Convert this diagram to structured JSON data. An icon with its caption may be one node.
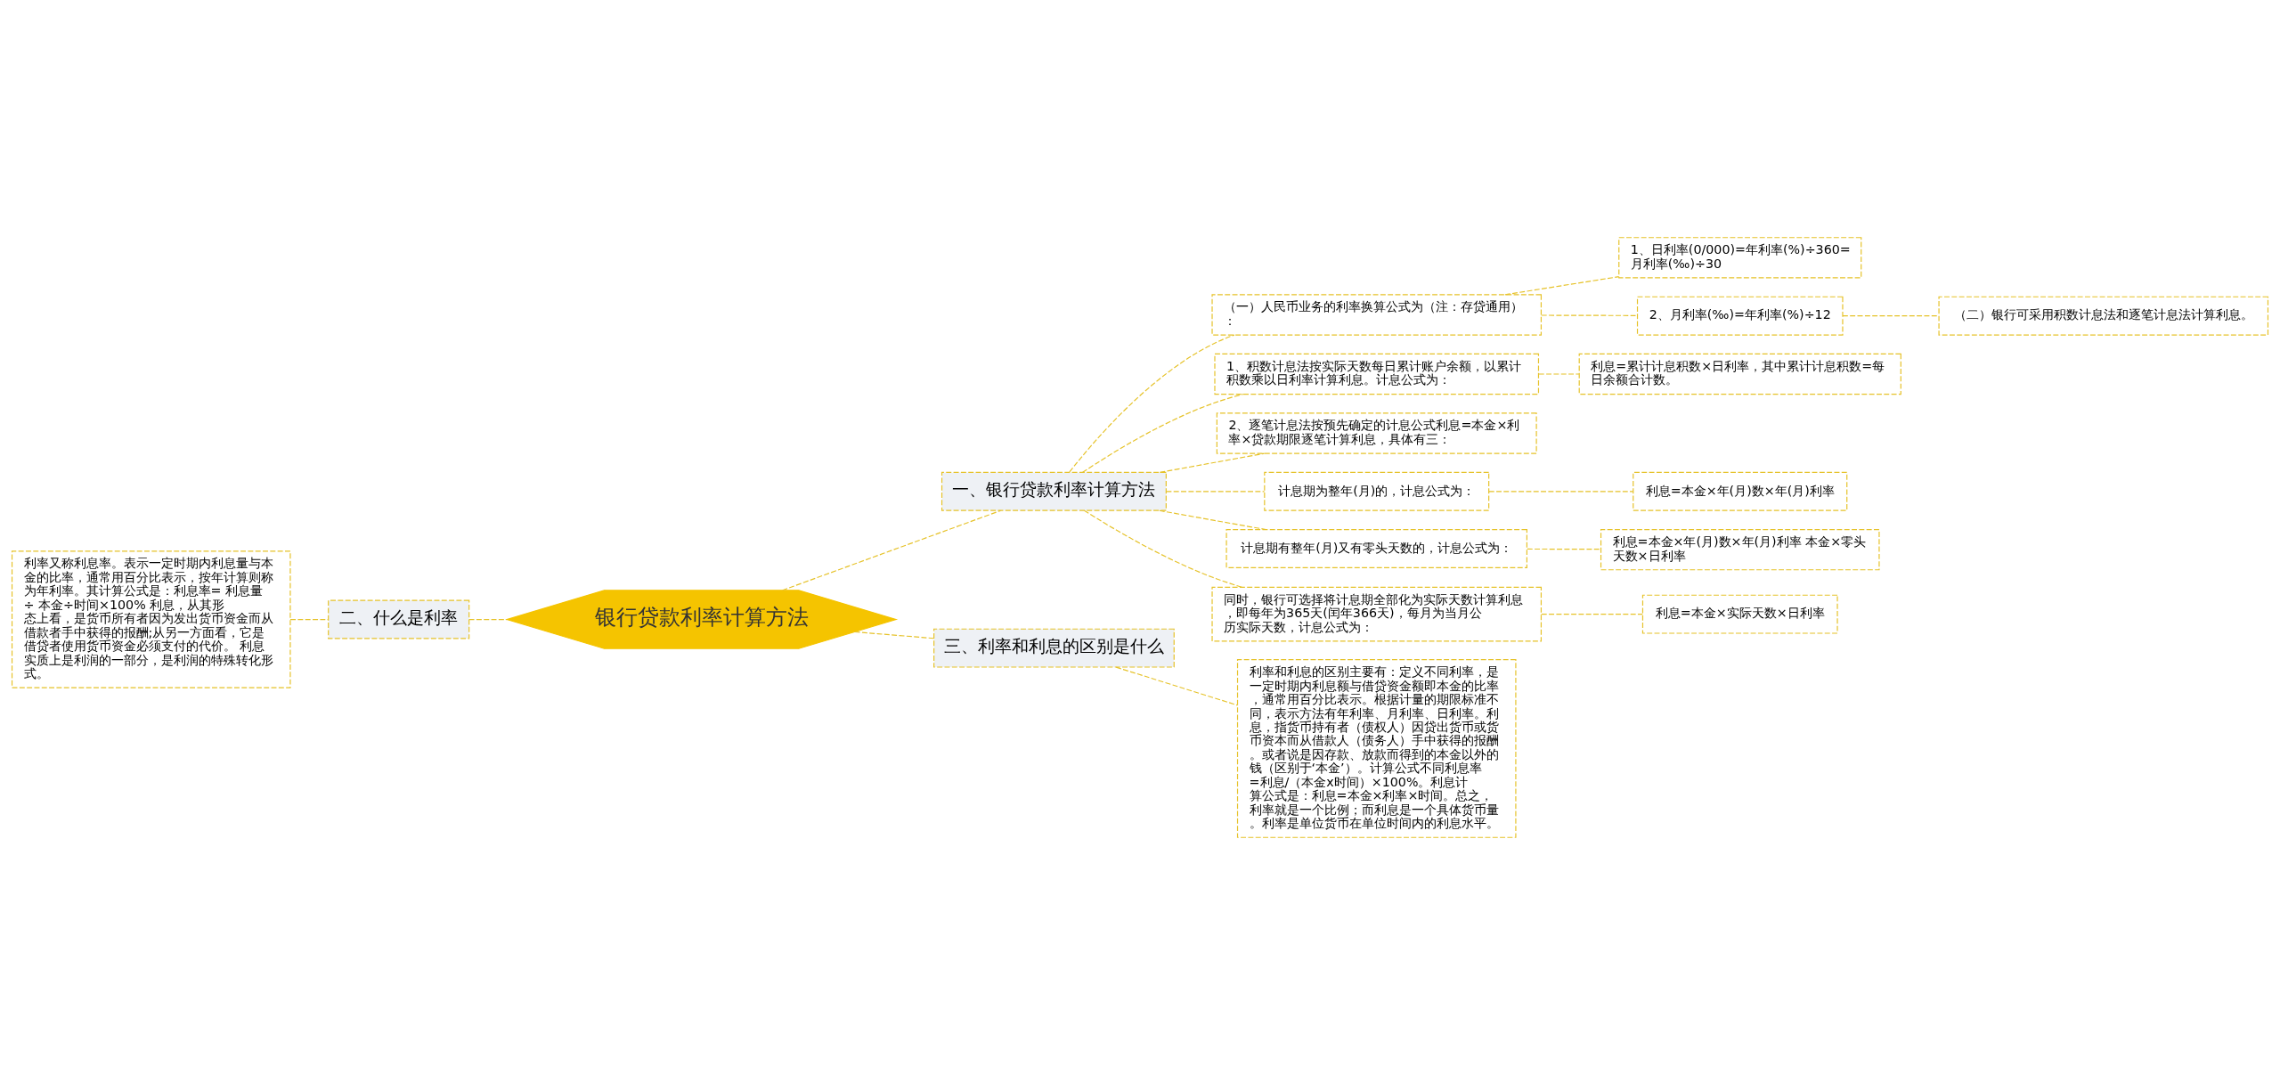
{
  "diagram": {
    "nodes": [
      {
        "text": [
          "银行贷款利率计算方法"
        ]
      },
      {
        "text": [
          "二、什么是利率"
        ]
      },
      {
        "text": [
          "利率又称利息率。表示一定时期内利息量与本金的比率，通常用百分比表示，按年计算则称为年利率。其计算公式是：利息率= 利息量 ÷ 本金÷时间×100% 利息，从其形态上看，是货币所有者因为发出货币资金而从借款者手中获得的报酬;从另一方面看，它是借贷者使用货币资金必须支付的代价。 利息实质上是利润的一部分，是利润的特殊转化形式。"
        ]
      },
      {
        "text": [
          "一、银行贷款利率计算方法"
        ]
      },
      {
        "text": [
          "（一）人民币业务的利率换算公式为（注：存贷通用）："
        ]
      },
      {
        "text": [
          "1、日利率(0/000)=年利率(%)÷360=月利率(‰)÷30"
        ]
      },
      {
        "text": [
          "2、月利率(‰)=年利率(%)÷12"
        ]
      },
      {
        "text": [
          "（二）银行可采用积数计息法和逐笔计息法计算利息。"
        ]
      },
      {
        "text": [
          "1、积数计息法按实际天数每日累计账户余额，以累计积数乘以日利率计算利息。计息公式为："
        ]
      },
      {
        "text": [
          "利息=累计计息积数×日利率，其中累计计息积数=每日余额合计数。"
        ]
      },
      {
        "text": [
          "2、逐笔计息法按预先确定的计息公式利息=本金×利率×贷款期限逐笔计算利息，具体有三："
        ]
      },
      {
        "text": [
          "计息期为整年(月)的，计息公式为："
        ]
      },
      {
        "text": [
          "利息=本金×年(月)数×年(月)利率"
        ]
      },
      {
        "text": [
          "计息期有整年(月)又有零头天数的，计息公式为："
        ]
      },
      {
        "text": [
          "利息=本金×年(月)数×年(月)利率 本金×零头天数×日利率"
        ]
      },
      {
        "text": [
          "同时，银行可选择将计息期全部化为实际天数计算利息，即每年为365天(闰年366天)，每月为当月公历实际天数，计息公式为："
        ]
      },
      {
        "text": [
          "利息=本金×实际天数×日利率"
        ]
      },
      {
        "text": [
          "三、利率和利息的区别是什么"
        ]
      },
      {
        "text": [
          "利率和利息的区别主要有：定义不同利率，是一定时期内利息额与借贷资金额即本金的比率，通常用百分比表示。根据计量的期限标准不同，表示方法有年利率、月利率、日利率。利息，指货币持有者（债权人）因贷出货币或货币资本而从借款人（债务人）手中获得的报酬。或者说是因存款、放款而得到的本金以外的钱（区别于‘本金’）。计算公式不同利息率=利息/（本金x时间）×100%。利息计算公式是：利息=本金×利率×时间。总之，利率就是一个比例；而利息是一个具体货币量。利率是单位货币在单位时间内的利息水平。"
        ]
      }
    ],
    "edges": [
      {
        "from": 0,
        "to": 1,
        "arrow": "none",
        "style": "dashed"
      },
      {
        "from": 1,
        "to": 2,
        "arrow": "none",
        "style": "dashed"
      },
      {
        "from": 0,
        "to": 3,
        "arrow": "none",
        "style": "dashed"
      },
      {
        "from": 3,
        "to": 4,
        "arrow": "none",
        "style": "dashed"
      },
      {
        "from": 4,
        "to": 5,
        "arrow": "none",
        "style": "dashed"
      },
      {
        "from": 4,
        "to": 6,
        "arrow": "none",
        "style": "dashed"
      },
      {
        "from": 6,
        "to": 7,
        "arrow": "none",
        "style": "dashed"
      },
      {
        "from": 3,
        "to": 8,
        "arrow": "none",
        "style": "dashed"
      },
      {
        "from": 8,
        "to": 9,
        "arrow": "none",
        "style": "dashed"
      },
      {
        "from": 3,
        "to": 10,
        "arrow": "none",
        "style": "dashed"
      },
      {
        "from": 3,
        "to": 11,
        "arrow": "none",
        "style": "dashed"
      },
      {
        "from": 11,
        "to": 12,
        "arrow": "none",
        "style": "dashed"
      },
      {
        "from": 3,
        "to": 13,
        "arrow": "none",
        "style": "dashed"
      },
      {
        "from": 13,
        "to": 14,
        "arrow": "none",
        "style": "dashed"
      },
      {
        "from": 3,
        "to": 15,
        "arrow": "none",
        "style": "dashed"
      },
      {
        "from": 15,
        "to": 16,
        "arrow": "none",
        "style": "dashed"
      },
      {
        "from": 0,
        "to": 17,
        "arrow": "none",
        "style": "dashed"
      },
      {
        "from": 17,
        "to": 18,
        "arrow": "none",
        "style": "dashed"
      }
    ]
  }
}
